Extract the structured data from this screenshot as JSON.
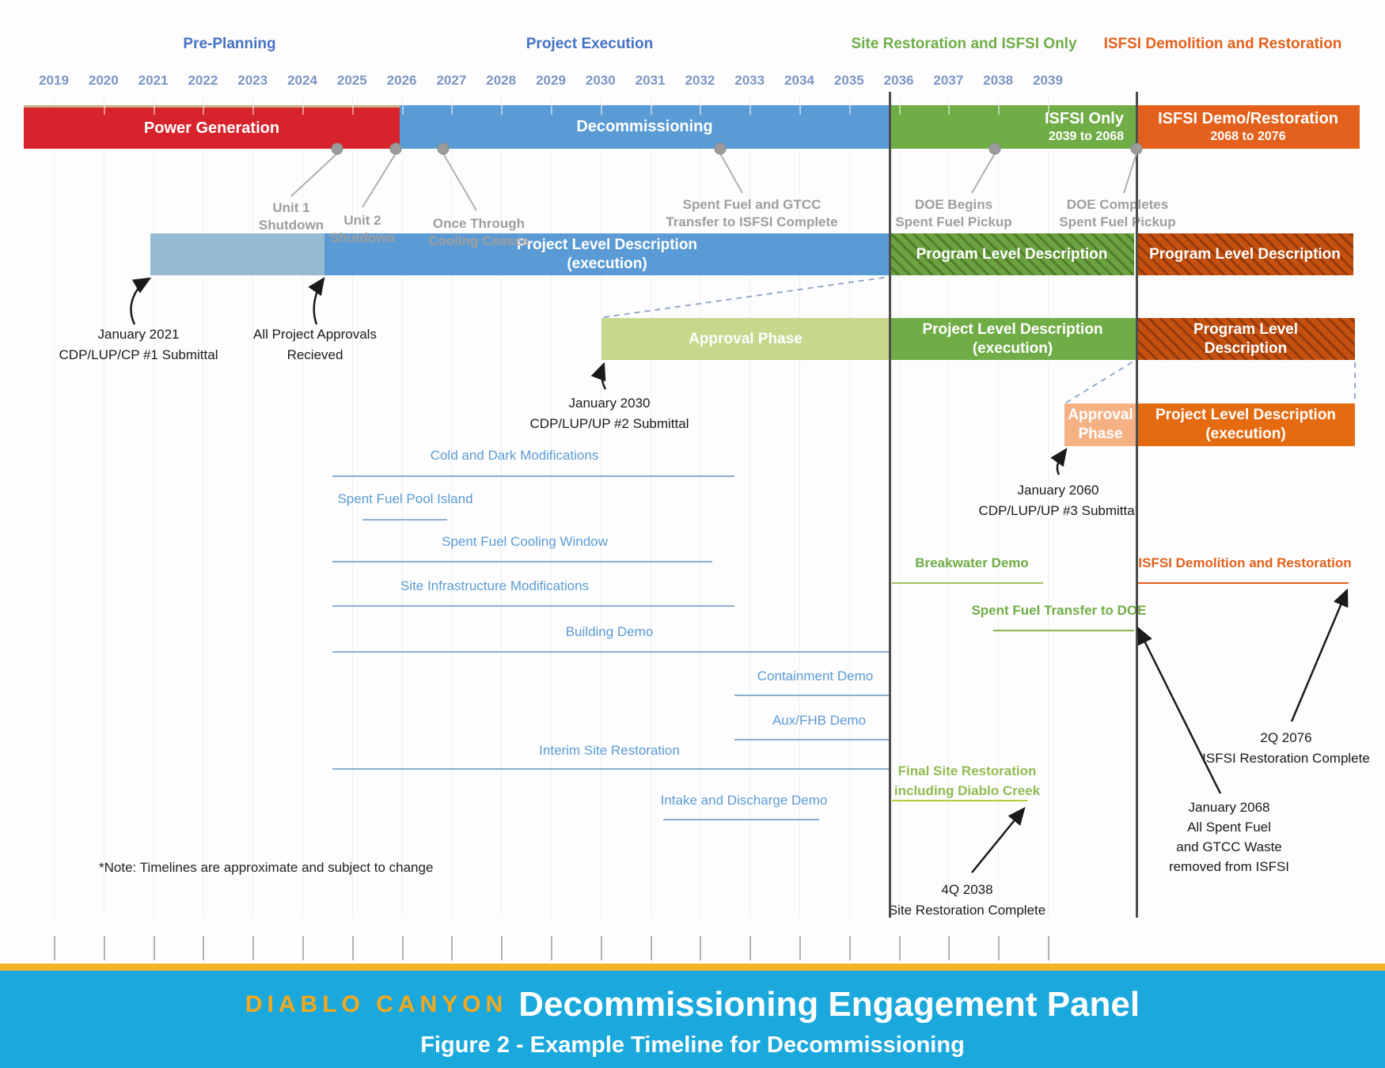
{
  "colors": {
    "red": "#d7242c",
    "blue": "#5b9bd5",
    "light_blue": "#96bacf",
    "green": "#70ad47",
    "light_green_approval": "#c6d88c",
    "orange": "#e3611c",
    "hatch_orange_dark": "#96390a",
    "hatch_green_dark": "#527c2c",
    "salmon": "#f5b183",
    "phase_blue": "#4472c4",
    "gray_milestone_text": "#9e9e9e",
    "banner_blue": "#1ba8dc",
    "banner_yellow": "#f2b327",
    "brand_orange": "#f6a81c",
    "task_yellow_green_line": "#b9c93a"
  },
  "phase_headers": [
    {
      "label": "Pre-Planning"
    },
    {
      "label": "Project Execution"
    },
    {
      "label": "Site Restoration and ISFSI Only"
    },
    {
      "label": "ISFSI Demolition and Restoration"
    }
  ],
  "years": [
    "2019",
    "2020",
    "2021",
    "2022",
    "2023",
    "2024",
    "2025",
    "2026",
    "2027",
    "2028",
    "2029",
    "2030",
    "2031",
    "2032",
    "2033",
    "2034",
    "2035",
    "2036",
    "2037",
    "2038",
    "2039"
  ],
  "main_bar": [
    {
      "label": "Power Generation"
    },
    {
      "label": "Decommissioning"
    },
    {
      "label": "ISFSI Only",
      "sublabel": "2039 to 2068"
    },
    {
      "label": "ISFSI Demo/Restoration",
      "sublabel": "2068 to 2076"
    }
  ],
  "milestones": [
    {
      "label": "Unit 1\nShutdown"
    },
    {
      "label": "Unit 2\nShutdown"
    },
    {
      "label": "Once Through\nCooling Ceases"
    },
    {
      "label": "Spent Fuel and GTCC\nTransfer to ISFSI Complete"
    },
    {
      "label": "DOE Begins\nSpent Fuel Pickup"
    },
    {
      "label": "DOE Completes\nSpent Fuel Pickup"
    }
  ],
  "rows": {
    "row2_execution": "Project Level Description\n(execution)",
    "row2_program_green": "Program Level Description",
    "row2_program_orange": "Program Level Description",
    "row3_approval": "Approval Phase",
    "row3_execution": "Project Level Description\n(execution)",
    "row3_program": "Program Level\nDescription",
    "row4_approval": "Approval\nPhase",
    "row4_execution": "Project Level Description\n(execution)"
  },
  "callouts": [
    {
      "text": "January 2021\nCDP/LUP/CP #1 Submittal"
    },
    {
      "text": "All Project Approvals\nRecieved"
    },
    {
      "text": "January 2030\nCDP/LUP/UP #2 Submittal"
    },
    {
      "text": "January 2060\nCDP/LUP/UP #3 Submittal"
    },
    {
      "text": "January 2068\nAll Spent Fuel\nand GTCC Waste\nremoved from ISFSI"
    },
    {
      "text": "2Q 2076\nISFSI Restoration Complete"
    },
    {
      "text": "4Q 2038\nSite Restoration Complete"
    }
  ],
  "tasks_blue": [
    {
      "label": "Cold and Dark Modifications"
    },
    {
      "label": "Spent Fuel Pool Island"
    },
    {
      "label": "Spent Fuel Cooling Window"
    },
    {
      "label": "Site Infrastructure Modifications"
    },
    {
      "label": "Building Demo"
    },
    {
      "label": "Containment Demo"
    },
    {
      "label": "Aux/FHB Demo"
    },
    {
      "label": "Interim Site Restoration"
    },
    {
      "label": "Intake and Discharge Demo"
    }
  ],
  "tasks_green": [
    {
      "label": "Breakwater Demo"
    },
    {
      "label": "Spent Fuel Transfer to DOE"
    },
    {
      "label": "Final Site Restoration\nincluding Diablo Creek"
    }
  ],
  "tasks_orange": [
    {
      "label": "ISFSI Demolition and Restoration"
    }
  ],
  "note": "*Note:  Timelines are approximate and subject to change",
  "footer": {
    "brand": "DIABLO CANYON",
    "title": "Decommissioning Engagement Panel",
    "figure": "Figure 2 - Example Timeline for Decommissioning"
  }
}
